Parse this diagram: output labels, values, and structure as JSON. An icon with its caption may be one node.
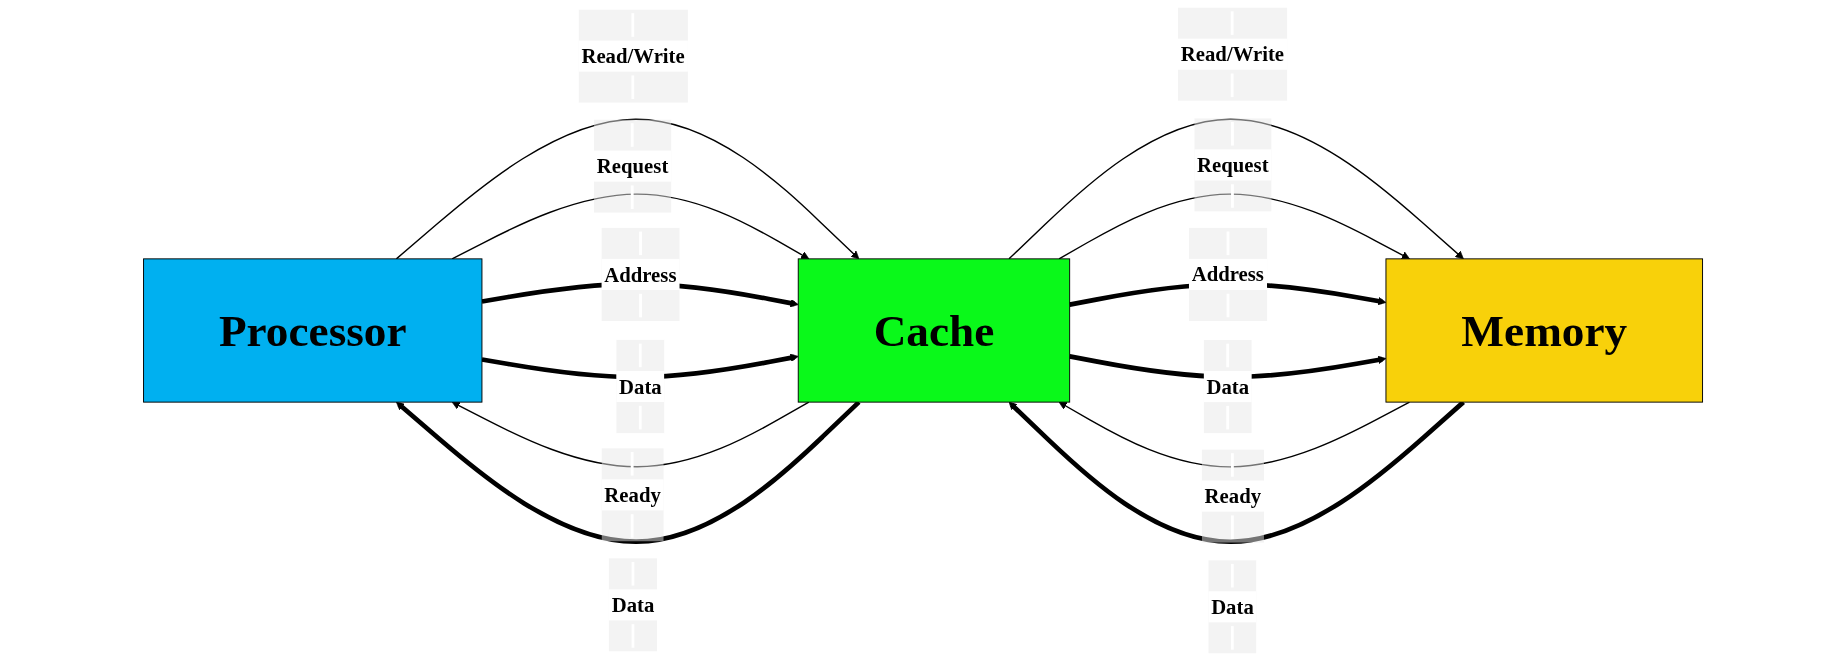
{
  "diagram": {
    "nodes": [
      {
        "text": [
          "Processor"
        ]
      },
      {
        "text": [
          "Cache"
        ]
      },
      {
        "text": [
          "Memory"
        ]
      }
    ],
    "edges": [
      {
        "from": 0,
        "to": 1,
        "arrow": "to",
        "label": "Read/Write"
      },
      {
        "from": 0,
        "to": 1,
        "arrow": "to",
        "label": "Request"
      },
      {
        "from": 0,
        "to": 1,
        "arrow": "to",
        "label": "Address",
        "style": "thick"
      },
      {
        "from": 0,
        "to": 1,
        "arrow": "to",
        "label": "Data",
        "style": "thick"
      },
      {
        "from": 1,
        "to": 0,
        "arrow": "to",
        "label": "Ready"
      },
      {
        "from": 1,
        "to": 0,
        "arrow": "to",
        "label": "Data",
        "style": "thick"
      },
      {
        "from": 1,
        "to": 2,
        "arrow": "to",
        "label": "Read/Write"
      },
      {
        "from": 1,
        "to": 2,
        "arrow": "to",
        "label": "Request"
      },
      {
        "from": 1,
        "to": 2,
        "arrow": "to",
        "label": "Address",
        "style": "thick"
      },
      {
        "from": 1,
        "to": 2,
        "arrow": "to",
        "label": "Data",
        "style": "thick"
      },
      {
        "from": 2,
        "to": 1,
        "arrow": "to",
        "label": "Ready"
      },
      {
        "from": 2,
        "to": 1,
        "arrow": "to",
        "label": "Data",
        "style": "thick"
      }
    ]
  }
}
